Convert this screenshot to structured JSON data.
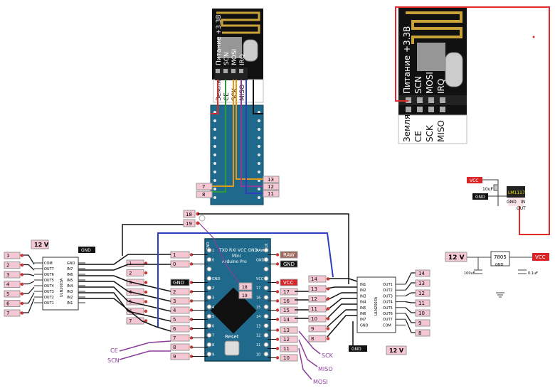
{
  "colors": {
    "board": "#1f6a8c",
    "pin_tag": "#f4c7d2",
    "red_wire": "#e02a2a",
    "blue_wire": "#2b3fbf",
    "purple_wire": "#8a3d9a",
    "orange_wire": "#e39a1a",
    "green_wire": "#2a9a3a",
    "vcc_tag": "#d92525",
    "gnd_tag": "#111111",
    "ram_tag": "#a0685a"
  },
  "nrf_small": {
    "pins_top": [
      "Питание +3.3В",
      "SCN",
      "MOSI",
      "IRQ"
    ],
    "pins_bottom": [
      "Земля",
      "CE",
      "SCK",
      "MISO"
    ]
  },
  "nrf_large": {
    "pins_top": [
      "Питание +3.3В",
      "SCN",
      "MOSI",
      "IRQ"
    ],
    "pins_bottom": [
      "Земля",
      "CE",
      "SCK",
      "MISO"
    ]
  },
  "arduino": {
    "title_line1": "TXO RXI VCC GND",
    "title_line2": "Mini",
    "title_line3": "Arduino Pro",
    "reset_label": "Reset",
    "left_pins": [
      "1",
      "0",
      "",
      "GND",
      "2",
      "3",
      "4",
      "5",
      "6",
      "7",
      "8",
      "9"
    ],
    "right_pins": [
      "RAW",
      "GND",
      "",
      "VCC",
      "17",
      "16",
      "15",
      "14",
      "13",
      "12",
      "11",
      "10"
    ],
    "inner_pins": [
      "18",
      "19"
    ],
    "left_header": "GND",
    "right_header": "BLK"
  },
  "arduino_left_tags": [
    "1",
    "0",
    "GND",
    "2",
    "3",
    "4",
    "5",
    "6",
    "7",
    "8",
    "9"
  ],
  "arduino_right_tags": [
    "RAW",
    "GND",
    "VCC",
    "17",
    "16",
    "15",
    "14",
    "13",
    "12",
    "11",
    "10"
  ],
  "top_mini_tags": [
    "18",
    "19"
  ],
  "nano_left_tags": [
    "7",
    "8"
  ],
  "nano_right_tags": [
    "13",
    "12",
    "11"
  ],
  "signal_labels": {
    "ce": "CE",
    "scn": "SCN",
    "sck": "SCK",
    "miso": "MISO",
    "mosi": "MOSI"
  },
  "uln_left": {
    "name": "ULN2003A",
    "power_tag": "12 V",
    "gnd_tag": "GND",
    "left_tags": [
      "1",
      "2",
      "3",
      "4",
      "5",
      "6",
      "7"
    ],
    "pins_left": [
      "COM",
      "OUT7",
      "OUT6",
      "OUT5",
      "OUT4",
      "OUT3",
      "OUT2",
      "OUT1"
    ],
    "pins_right": [
      "GND",
      "IN7",
      "IN6",
      "IN5",
      "IN4",
      "IN3",
      "IN2",
      "IN1"
    ],
    "right_tags": [
      "1",
      "2",
      "3",
      "4",
      "5",
      "6",
      "7"
    ]
  },
  "uln_right": {
    "name": "ULN2003A",
    "power_tag": "12 V",
    "gnd_tag": "GND",
    "vcc_tag": "VCC",
    "pins_left": [
      "IN1",
      "IN2",
      "IN3",
      "IN4",
      "IN5",
      "IN6",
      "IN7",
      "GND"
    ],
    "pins_right": [
      "OUT1",
      "OUT2",
      "OUT3",
      "OUT4",
      "OUT5",
      "OUT6",
      "OUT7",
      "COM"
    ],
    "left_tags": [
      "14",
      "13",
      "12",
      "11",
      "10",
      "9",
      "8"
    ],
    "right_tags": [
      "14",
      "13",
      "12",
      "11",
      "10",
      "9",
      "8"
    ]
  },
  "regulator_small": {
    "vcc_tag": "VCC",
    "gnd_tag": "GND",
    "chip": "LM1117",
    "cap_label": "10uF",
    "pin_in": "IN",
    "pin_gnd": "GND",
    "pin_out": "OUT"
  },
  "regulator_7805": {
    "in_tag": "12 V",
    "out_tag": "VCC",
    "chip": "7805",
    "gnd_label": "GND",
    "cap1": "100uF",
    "cap2": "0.1uF"
  }
}
